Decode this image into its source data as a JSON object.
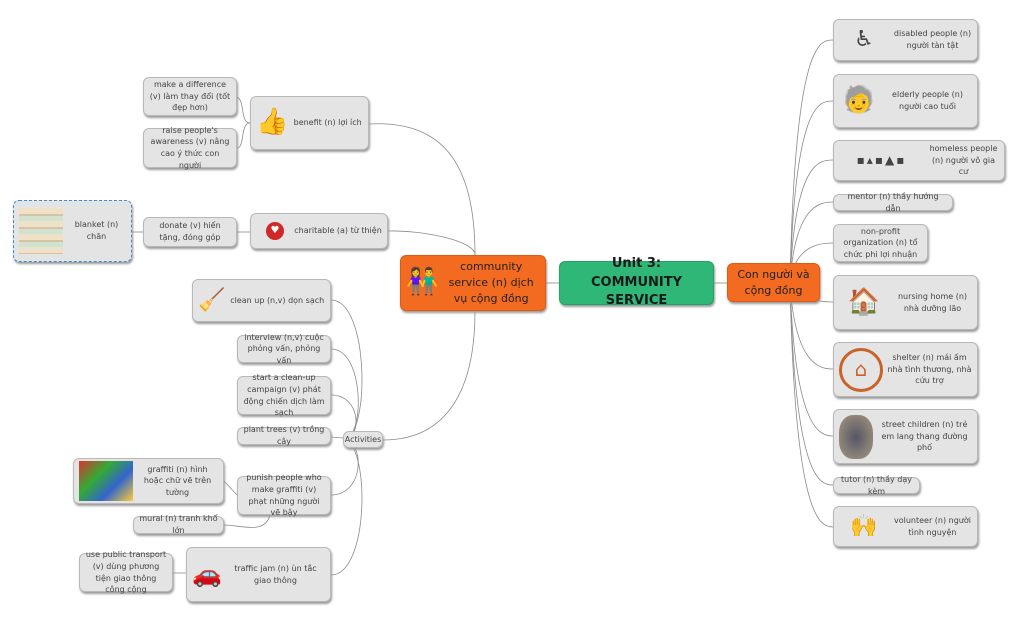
{
  "center": {
    "title": "Unit 3: COMMUNITY SERVICE",
    "color": "#2fb777"
  },
  "left_main": {
    "label": "community service (n) dịch vụ cộng đồng",
    "icon": "people-circle-icon",
    "color": "#f26b21"
  },
  "right_main": {
    "label": "Con người và cộng đồng",
    "color": "#f26b21"
  },
  "left": {
    "benefit": {
      "label": "benefit (n) lợi ích",
      "icon": "thumbs-up-icon",
      "children": [
        "make a difference (v) làm thay đổi (tốt đẹp hơn)",
        "raise people's awareness (v) nâng cao ý thức con người"
      ]
    },
    "charitable": {
      "label": "charitable (a) từ thiện",
      "icon": "heart-hand-icon",
      "donate": "donate (v) hiến tặng, đóng góp",
      "blanket": "blanket (n) chăn"
    },
    "activities": {
      "label": "Activities",
      "items": {
        "clean_up": "clean up (n,v) dọn sạch",
        "interview": "interview (n,v) cuộc phỏng vấn, phỏng vấn",
        "campaign": "start a clean-up campaign (v) phát động chiến dịch làm sạch",
        "plant": "plant trees (v) trồng cây",
        "punish": "punish people who make graffiti (v) phạt những người vẽ bậy",
        "graffiti": "graffiti (n) hình hoặc chữ vẽ trên tường",
        "mural": "mural (n) tranh khổ lớn",
        "traffic": "traffic jam (n) ùn tắc giao thông",
        "transport": "use public transport (v) dùng phương tiện giao thông công cộng"
      }
    }
  },
  "right": [
    {
      "label": "disabled people (n) người tàn tật",
      "icon": "wheelchair-icon"
    },
    {
      "label": "elderly people (n) người cao tuổi",
      "icon": "elderly-person-icon"
    },
    {
      "label": "homeless people (n) người vô gia cư",
      "icon": "homeless-icon"
    },
    {
      "label": "mentor (n) thầy hướng dẫn"
    },
    {
      "label": "non-profit organization (n) tổ chức phi lợi nhuận"
    },
    {
      "label": "nursing home (n) nhà dưỡng lão",
      "icon": "nursing-home-icon"
    },
    {
      "label": "shelter (n) mái ấm nhà tình thương, nhà cứu trợ",
      "icon": "shelter-icon"
    },
    {
      "label": "street children (n) trẻ em lang thang đường phố",
      "icon": "street-child-icon"
    },
    {
      "label": "tutor (n) thầy dạy kèm"
    },
    {
      "label": "volunteer (n) người tình nguyện",
      "icon": "raised-hands-icon"
    }
  ]
}
